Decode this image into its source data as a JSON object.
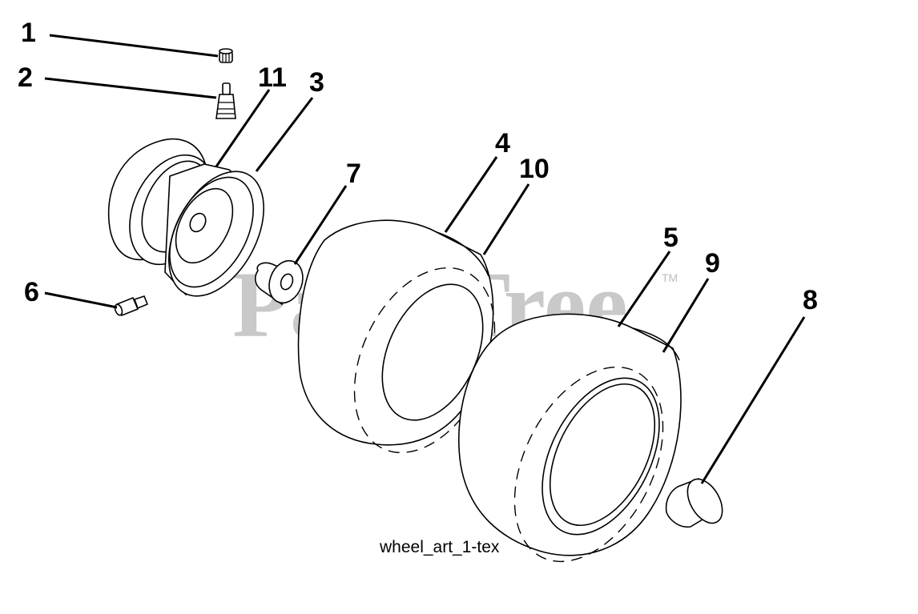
{
  "watermark": {
    "text": "PartsTree",
    "trademark": "TM"
  },
  "caption": "wheel_art_1-tex",
  "callouts": [
    "1",
    "2",
    "11",
    "3",
    "7",
    "4",
    "10",
    "5",
    "9",
    "8",
    "6"
  ],
  "parts": [
    "valve-cap",
    "valve-stem",
    "rim",
    "bearing",
    "tire-front",
    "tire-rear",
    "cap",
    "grease-fitting"
  ],
  "colors": {
    "line": "#000000",
    "watermark": "#c9c9c9",
    "background": "#ffffff"
  }
}
